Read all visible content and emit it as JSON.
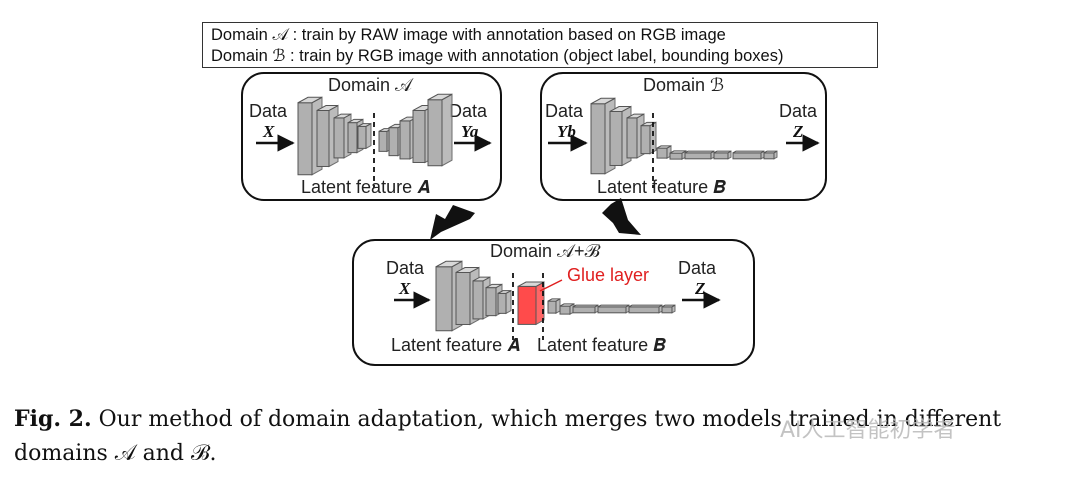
{
  "legend": {
    "line1": "Domain 𝒜 : train by RAW image with annotation based on RGB image",
    "line2": "Domain ℬ : train by RGB image with annotation (object label, bounding boxes)"
  },
  "panel_a": {
    "title": "Domain 𝒜",
    "data_in_label": "Data",
    "data_in_var": "X",
    "data_out_label": "Data",
    "data_out_var": "Ya",
    "latent_label": "Latent feature 𝑨"
  },
  "panel_b": {
    "title": "Domain ℬ",
    "data_in_label": "Data",
    "data_in_var": "Yb",
    "data_out_label": "Data",
    "data_out_var": "Z",
    "latent_label": "Latent feature 𝑩"
  },
  "panel_ab": {
    "title": "Domain 𝒜+ℬ",
    "data_in_label": "Data",
    "data_in_var": "X",
    "data_out_label": "Data",
    "data_out_var": "Z",
    "glue_label": "Glue layer",
    "latent_a_label": "Latent feature 𝑨",
    "latent_b_label": "Latent feature 𝑩"
  },
  "caption": {
    "fig_label": "Fig. 2.",
    "text": " Our method of domain adaptation, which merges two models trained in different domains 𝒜 and ℬ."
  },
  "watermark": "AI人工智能初学者",
  "colors": {
    "layer_fill": "#b0b0b0",
    "layer_stroke": "#555555",
    "glue_fill": "#ff4b4b",
    "glue_text": "#e02020"
  }
}
